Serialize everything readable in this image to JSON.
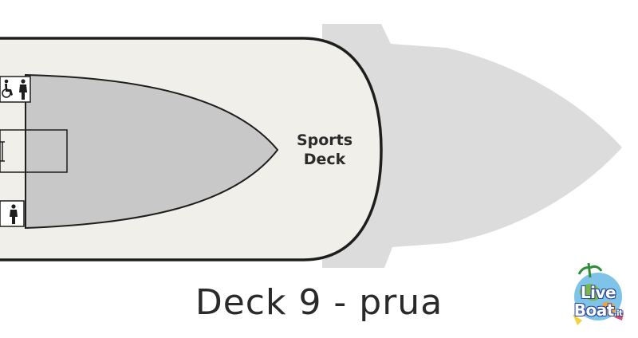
{
  "plan": {
    "area_label_line1": "Sports",
    "area_label_line2": "Deck",
    "caption": "Deck 9 - prua"
  },
  "watermark": {
    "brand_part1": "Live",
    "brand_part2": "Boat",
    "brand_tld": ".it"
  },
  "icons": [
    "wheelchair-icon",
    "person-icon",
    "elevator-icon",
    "person-icon"
  ],
  "colors": {
    "hull": "#dcdcdc",
    "deck": "#f1efe9",
    "deck_outline": "#1e1e1e",
    "court": "#c8c8c8",
    "text": "#2a2a2a"
  }
}
